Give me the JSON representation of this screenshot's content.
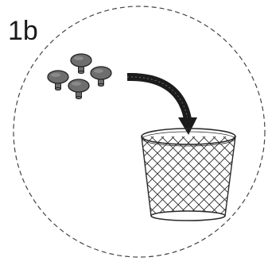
{
  "step": {
    "label": "1b"
  },
  "figure": {
    "icons": [
      "dashed-circle-frame",
      "screw-cap-icon",
      "curved-arrow-icon",
      "wire-mesh-basket-icon"
    ],
    "screw_cap_count": 4,
    "colors": {
      "frame_stroke": "#444444",
      "cap_fill": "#6e6e6e",
      "cap_outline": "#222222",
      "arrow": "#1c1c1c",
      "basket_stroke": "#2a2a2a"
    }
  }
}
